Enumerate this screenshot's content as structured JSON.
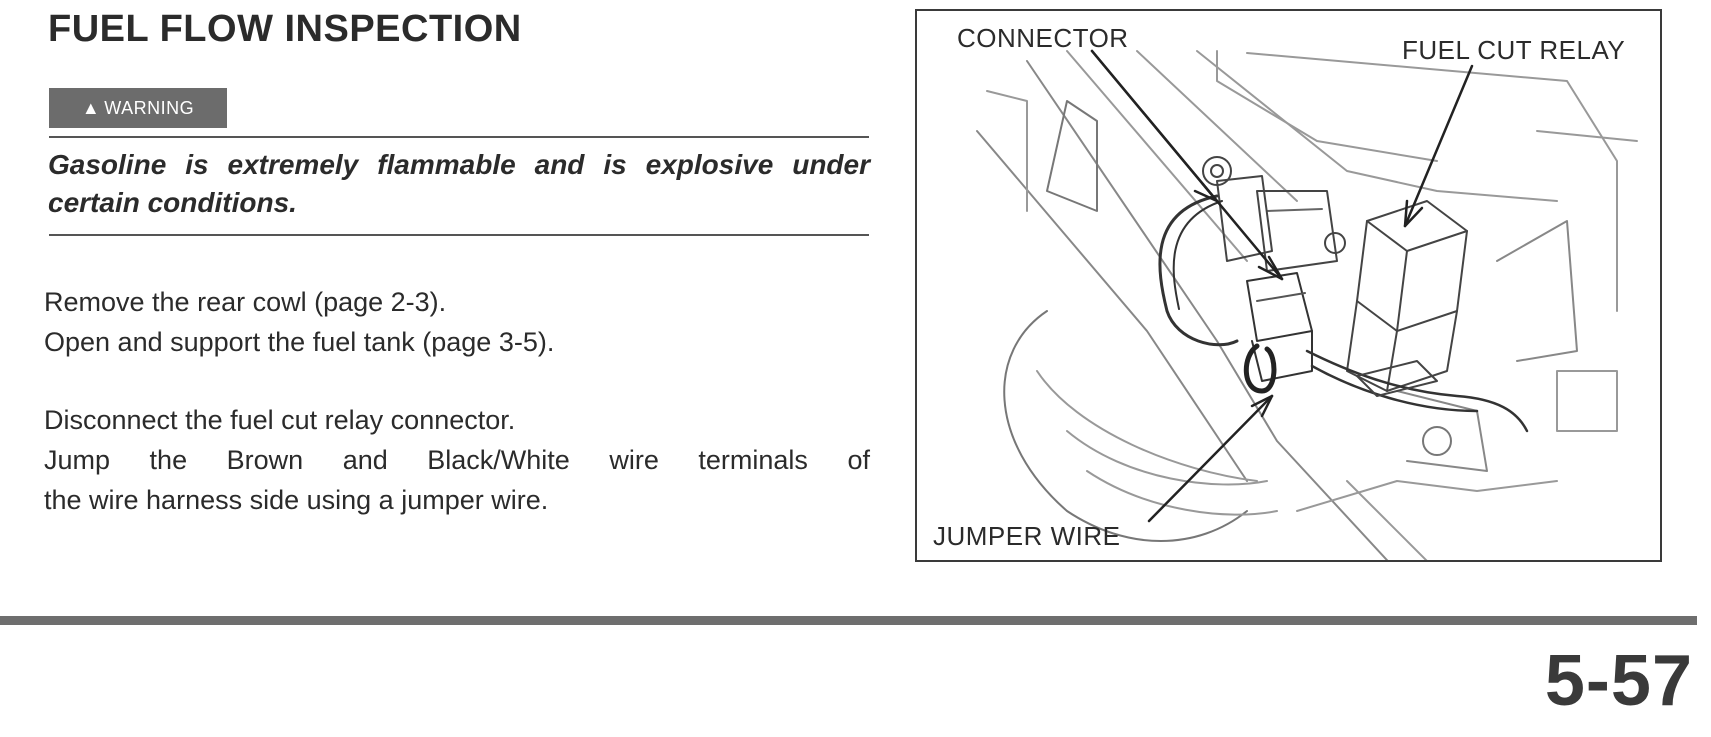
{
  "title": "FUEL FLOW INSPECTION",
  "warning": {
    "badge_label": "WARNING",
    "text": "Gasoline is extremely flammable and is explosive under certain conditions."
  },
  "instructions": {
    "step1_line1": "Remove the rear cowl (page 2-3).",
    "step1_line2": "Open and support the fuel tank (page 3-5).",
    "step2_line1": "Disconnect the fuel cut relay connector.",
    "step2_line2": "Jump the Brown and Black/White wire terminals of",
    "step2_line3": "the wire harness side using a jumper wire."
  },
  "figure": {
    "label_connector": "CONNECTOR",
    "label_relay": "FUEL CUT RELAY",
    "label_jumper": "JUMPER WIRE"
  },
  "page_number": "5-57"
}
